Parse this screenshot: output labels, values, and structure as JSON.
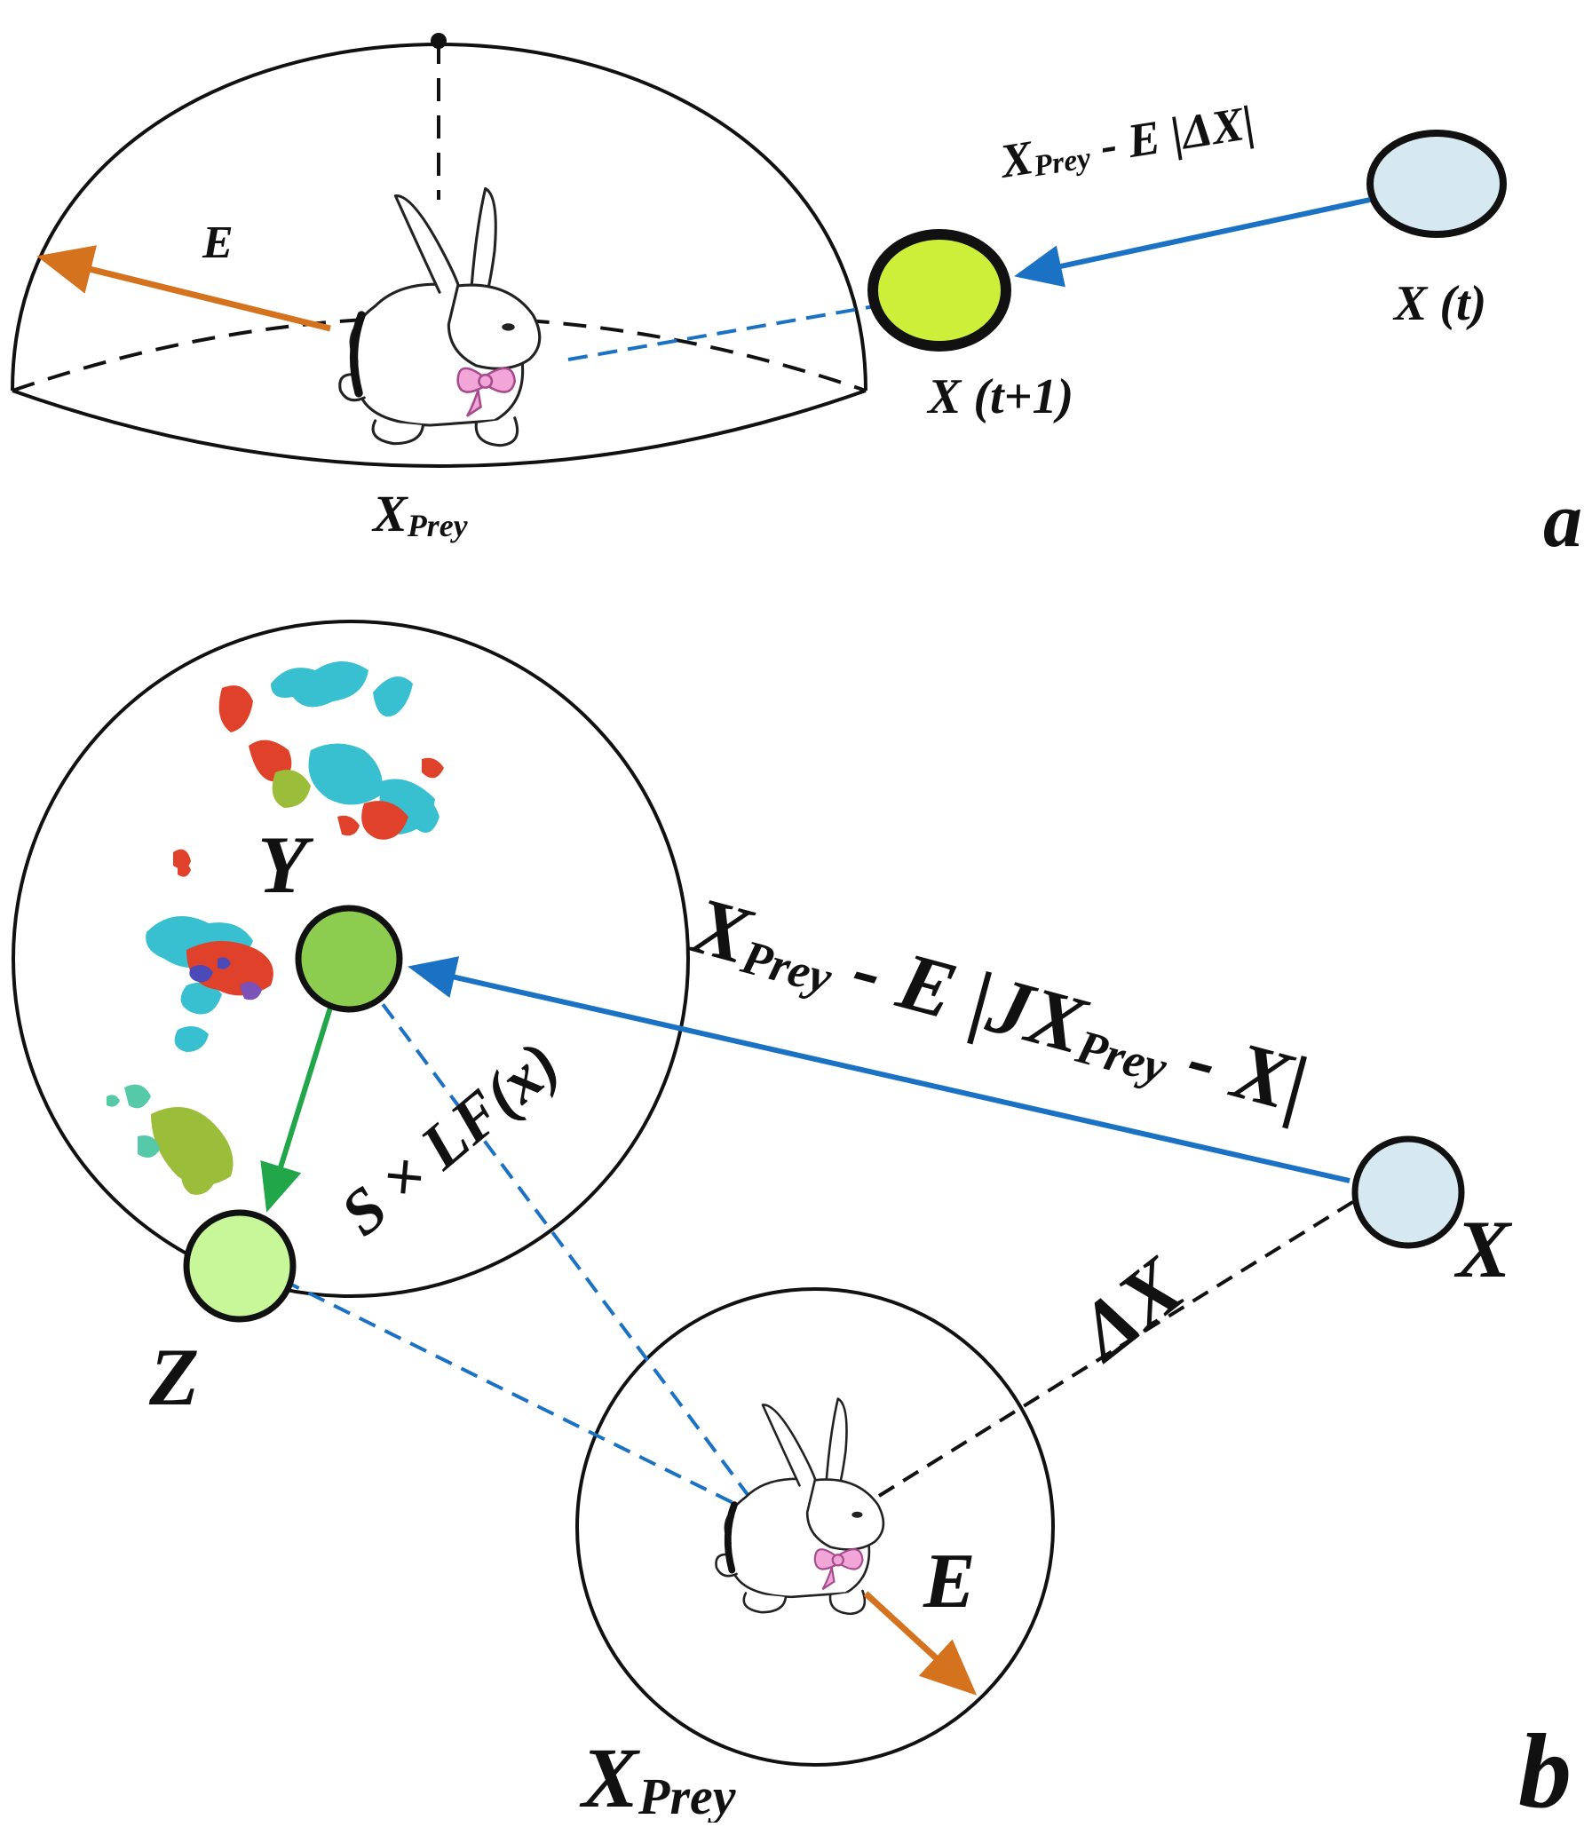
{
  "panel_a": {
    "panel_label": "a",
    "label_e": "E",
    "label_prey_main": "X",
    "label_prey_sub": "Prey",
    "label_xt1": "X (t+1)",
    "label_xt": "X (t)",
    "eq_main": "X",
    "eq_sub": "Prey",
    "eq_rest": " - E |ΔX|"
  },
  "panel_b": {
    "panel_label": "b",
    "label_y": "Y",
    "label_z": "Z",
    "label_x": "X",
    "label_e": "E",
    "label_dx": "ΔX",
    "label_prey_main": "X",
    "label_prey_sub": "Prey",
    "label_levy": "S × LF(x)",
    "eq_p1": "X",
    "eq_s1": "Prey",
    "eq_p2": " - E |JX",
    "eq_s2": "Prey",
    "eq_p3": " - X|"
  },
  "colors": {
    "orange_arrow": "#d4721e",
    "blue_arrow": "#1b72c4",
    "green_arrow": "#22a64a",
    "node_xt1": "#ccf03a",
    "node_x": "#d6e9f0",
    "node_y": "#8ccc4e",
    "node_z": "#c8f79a"
  },
  "icons": {
    "rabbit": "rabbit-icon",
    "levy_flight": "levy-flight-scatter"
  }
}
